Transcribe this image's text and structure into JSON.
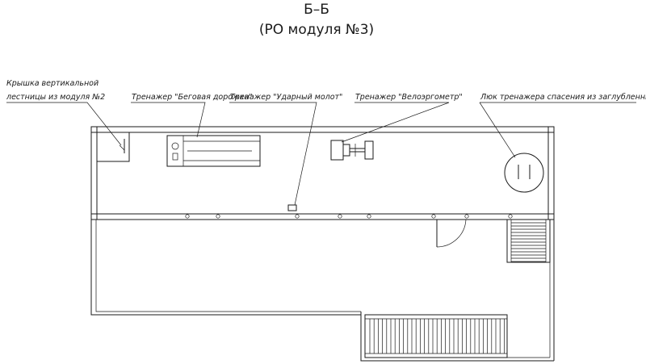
{
  "title": {
    "section": "Б–Б",
    "subtitle": "(РО модуля №3)"
  },
  "callouts": {
    "ladder_hatch_line1": "Крышка вертикальной",
    "ladder_hatch_line2": "лестницы из модуля №2",
    "treadmill": "Тренажер \"Беговая дорожка\"",
    "hammer": "Тренажер \"Ударный молот\"",
    "ergometer": "Тренажер \"Велоэргометр\"",
    "rescue_hatch": "Люк тренажера спасения из заглубленных мест"
  },
  "colors": {
    "line": "#1a1a1a",
    "background": "#ffffff"
  }
}
